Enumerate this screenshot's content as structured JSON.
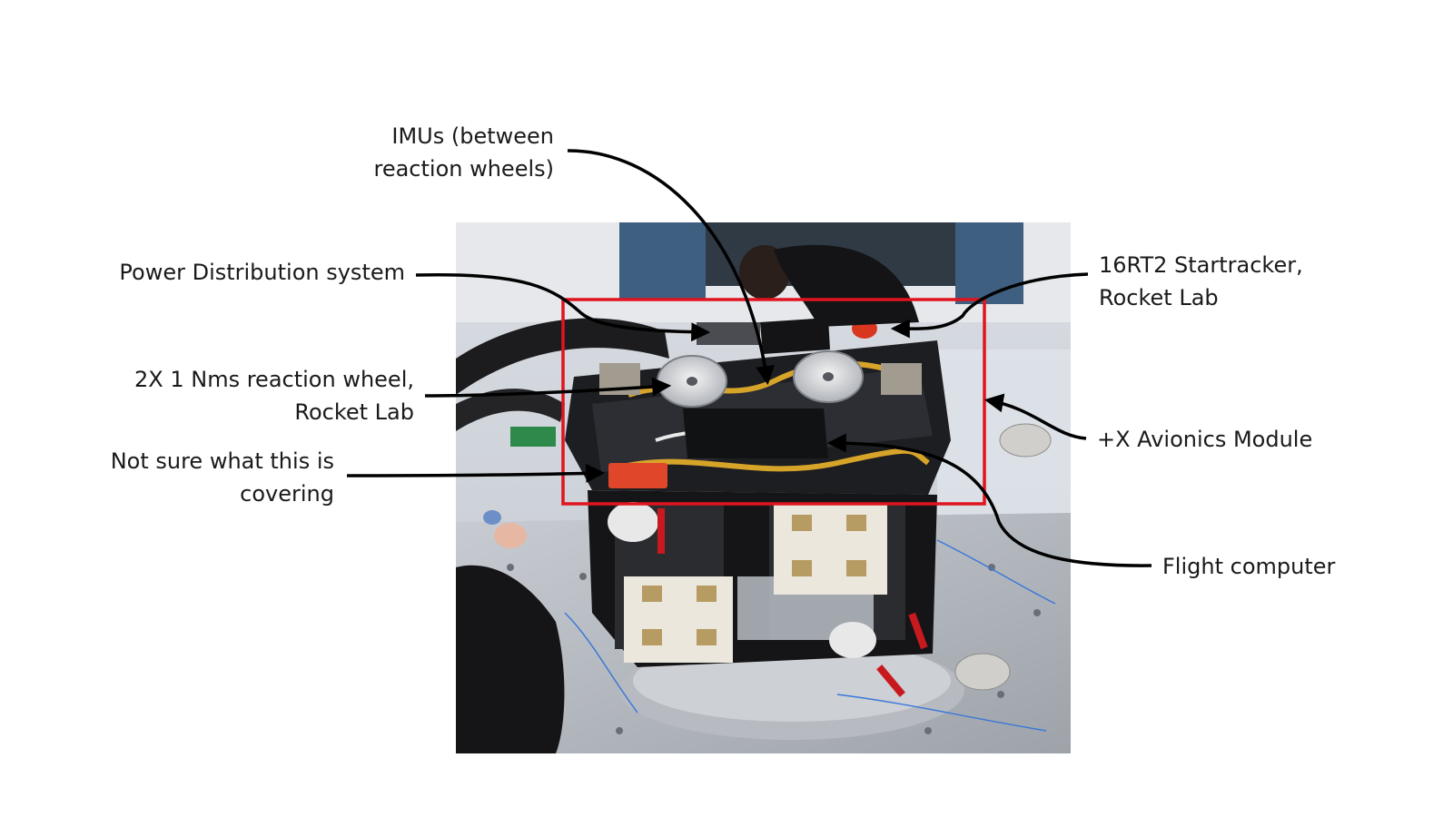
{
  "labels": {
    "imus": {
      "line1": "IMUs (between",
      "line2": "reaction wheels)"
    },
    "power": {
      "line1": "Power Distribution system"
    },
    "wheel": {
      "line1": "2X 1 Nms reaction wheel,",
      "line2": "Rocket Lab"
    },
    "notsure": {
      "line1": "Not sure what this is",
      "line2": "covering"
    },
    "star": {
      "line1": "16RT2 Startracker,",
      "line2": "Rocket Lab"
    },
    "avionics": {
      "line1": "+X Avionics Module"
    },
    "flight": {
      "line1": "Flight computer"
    }
  },
  "colors": {
    "highlight_box": "#e0141e",
    "leader_line": "#000000",
    "label_text": "#1a1a1a"
  }
}
